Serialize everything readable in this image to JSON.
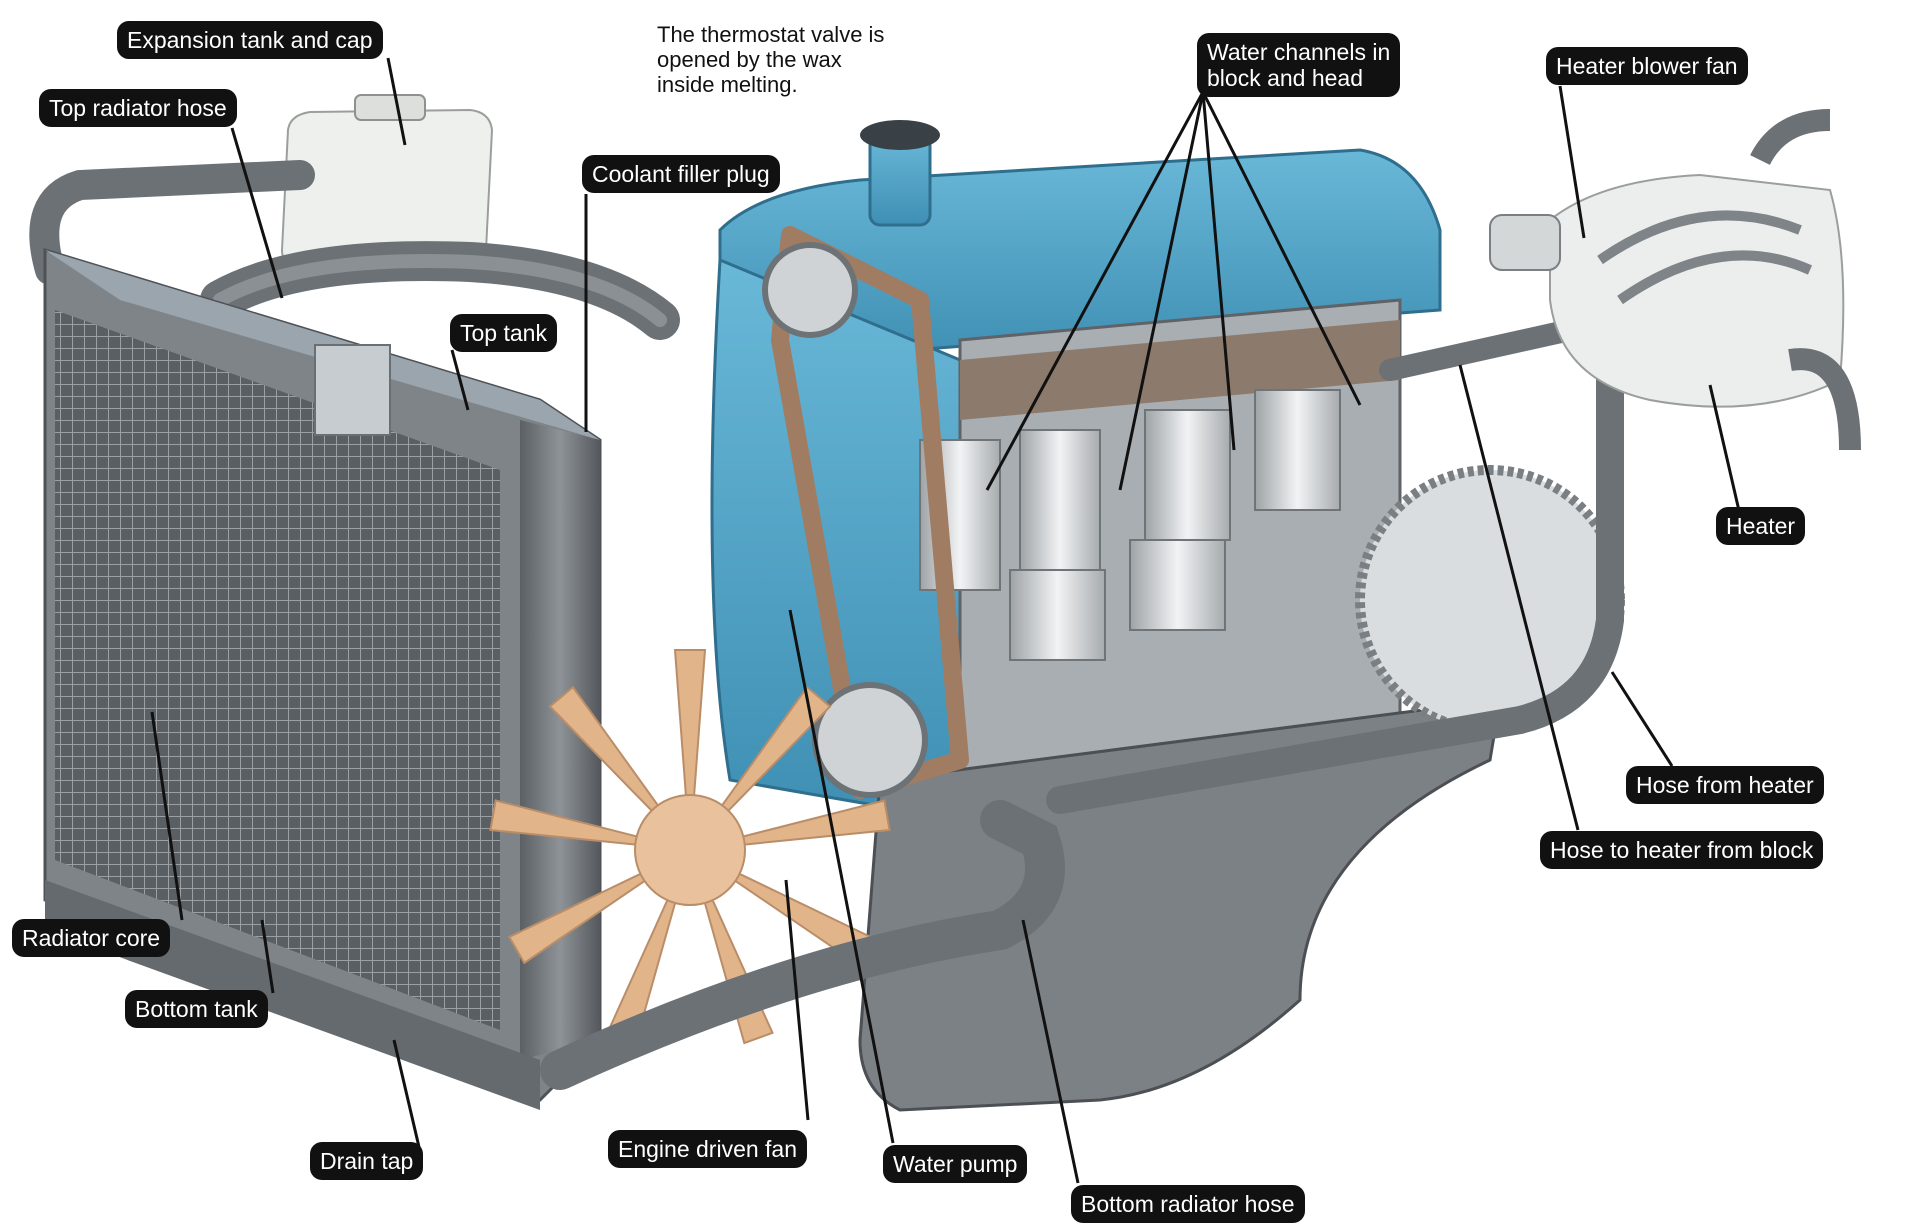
{
  "diagram": {
    "note": {
      "lines": [
        "The thermostat valve is",
        "opened by the wax",
        "inside melting."
      ]
    },
    "labels": {
      "expansion_tank": "Expansion tank and cap",
      "top_radiator_hose": "Top radiator hose",
      "coolant_filter_plug": "Coolant filler plug",
      "top_tank": "Top tank",
      "water_channels": [
        "Water channels in",
        "block and head"
      ],
      "heater_blower_fan": "Heater blower fan",
      "heater": "Heater",
      "radiator_core": "Radiator core",
      "bottom_tank": "Bottom tank",
      "drain_tap": "Drain tap",
      "engine_driven_fan": "Engine driven fan",
      "water_pump": "Water pump",
      "bottom_radiator_hose": "Bottom radiator hose",
      "hose_from_heater": "Hose from heater",
      "hose_to_heater": "Hose to heater from block"
    },
    "colors": {
      "engine_blue": "#4fa3c7",
      "metal_grey": "#6e7378",
      "fan_tan": "#e2b48a",
      "label_bg": "#111111",
      "label_text": "#ffffff"
    }
  }
}
